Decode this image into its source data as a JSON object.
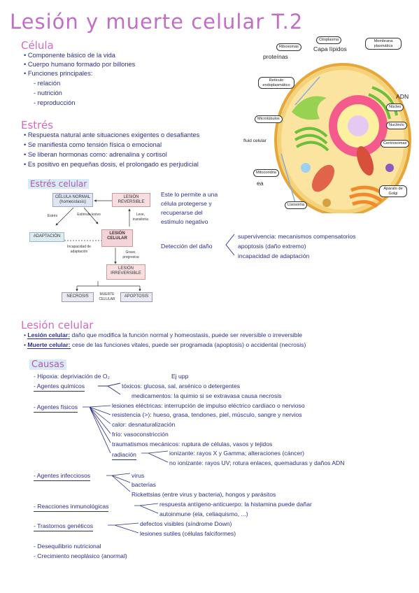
{
  "title": "Lesión y muerte celular T.2",
  "celula": {
    "heading": "Célula",
    "items": [
      "• Componente básico de la vida",
      "• Cuerpo humano formado por billones",
      "• Funciones principales:"
    ],
    "subitems": [
      "- relación",
      "- nutrición",
      "- reproducción"
    ]
  },
  "estres": {
    "heading": "Estrés",
    "items": [
      "• Respuesta natural ante situaciones exigentes o desafiantes",
      "• Se manifiesta como tensión física o emocional",
      "• Se liberan hormonas como: adrenalina y cortisol",
      "• Es positivo en pequeñas dosis, el prolongado es perjudicial"
    ]
  },
  "estres_celular": {
    "heading": "Estrés celular",
    "diagram": {
      "normal": "CÉLULA NORMAL (homeostasis)",
      "lesion_rev": "LESIÓN REVERSIBLE",
      "adaptacion": "ADAPTACIÓN",
      "estres": "Estrés",
      "estimulo": "Estímulo lesivo",
      "leve": "Leve, transitoria",
      "incap": "Incapacidad de adaptación",
      "lesion_celular": "LESIÓN CELULAR",
      "grave": "Grave, progresiva",
      "lesion_irrev": "LESIÓN IRREVERSIBLE",
      "necrosis": "NECROSIS",
      "muerte": "MUERTE CELULAR",
      "apoptosis": "APOPTOSIS"
    },
    "note": [
      "Este lo permite a una",
      "célula protegerse y",
      "recuperarse del",
      "estímulo negativo"
    ],
    "deteccion": "Detección del daño",
    "deteccion_items": [
      "supervivencia: mecanismos compensatorios",
      "apoptosis (daño extremo)",
      "incapacidad de adaptación"
    ]
  },
  "cell_image": {
    "labels": {
      "ribosomas": "Ribosomas",
      "citoplasma": "Citoplasma",
      "membrana": "Membrana plasmática",
      "proteinas": "proteínas",
      "cap_lipidos": "Capa lípidos",
      "reticulo": "Retículo endoplasmático",
      "adn": "ADN",
      "nucleo": "Núcleo",
      "microtubulos": "Microtúbulos",
      "nucleolo": "Nucléolo",
      "fluid": "fluid celular",
      "centrosomas": "Centrosomas",
      "mitocondria": "Mitocondria",
      "mitocondria_sub": "ea",
      "aparato": "Aparato de Golgi",
      "lisosoma": "Lisosoma"
    }
  },
  "lesion": {
    "heading": "Lesión celular",
    "items": [
      {
        "term": "Lesión celular:",
        "text": "daño que modifica la función normal y homeostasis, puede ser reversible o irreversible"
      },
      {
        "term": "Muerte celular:",
        "text": "cese de las funciones vitales, puede ser programada (apoptosis) o accidental (necrosis)"
      }
    ]
  },
  "causas": {
    "heading": "Causas",
    "hipoxia": "- Hipoxia: depriviación de O₂",
    "hipoxia_ej": "Ej upp",
    "quimicos": "- Agentes químicos",
    "quimicos_items": [
      "tóxicos: glucosa, sal, arsénico o detergentes",
      "medicamentos: la quimio si se extravasa causa necrosis"
    ],
    "fisicos": "- Agentes físicos",
    "fisicos_items": [
      "lesiones eléctricas: interrupción de impulso eléctrico cardíaco o nervioso",
      "resistencia (>): hueso, grasa, tendones, piel, músculo, sangre y nervios",
      "calor: desnaturalización",
      "frío: vasoconstricción",
      "traumatismos mecánicos: ruptura de células, vasos y tejidos",
      "radiación"
    ],
    "radiacion_items": [
      "ionizante: rayos X y Gamma; alteraciones (cáncer)",
      "no ionizante: rayos UV; rotura enlaces, quemaduras y daños ADN"
    ],
    "infecciosos": "- Agentes infecciosos",
    "infecciosos_items": [
      "virus",
      "bacterias",
      "Rickettsias (entre virus y bacteria), hongos y parásitos"
    ],
    "inmuno": "- Reacciones inmunológicas",
    "inmuno_items": [
      "respuesta antígeno-anticuerpo: la histamina puede dañar",
      "autoinmune (ela, celiaquismo, ...)"
    ],
    "geneticos": "- Trastornos genéticos",
    "geneticos_items": [
      "defectos visibles (síndrome Down)",
      "lesiones sutiles (células falciformes)"
    ],
    "desequilibrio": "- Desequilibrio nutricional",
    "crecimiento": "- Crecimiento neoplásico (anormal)"
  }
}
